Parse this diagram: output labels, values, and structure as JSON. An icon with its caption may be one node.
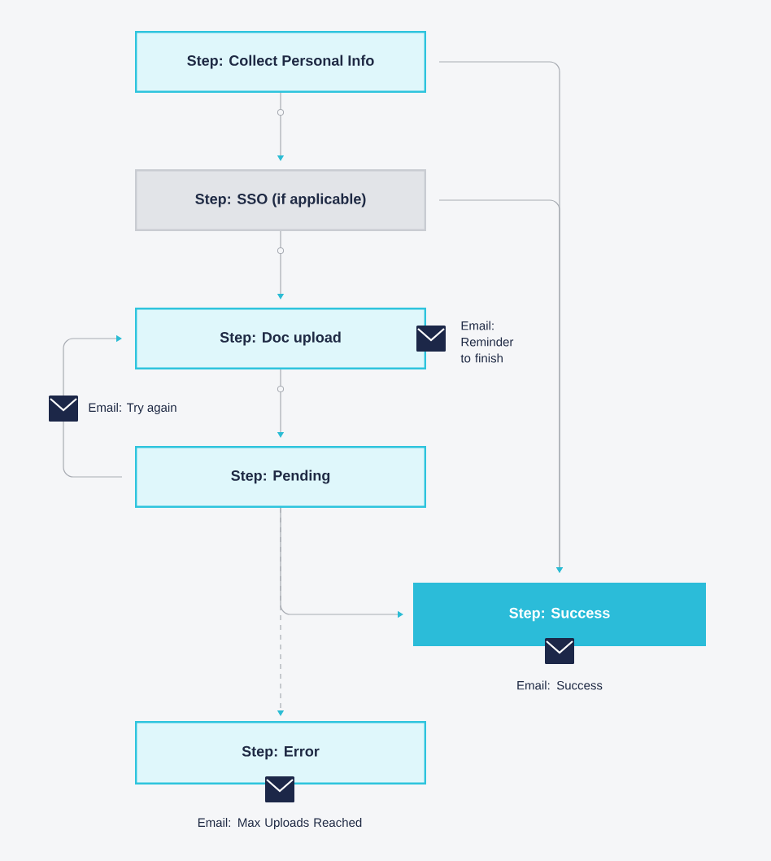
{
  "diagram": {
    "nodes": [
      {
        "text": [
          "Step: Collect Personal Info"
        ]
      },
      {
        "text": [
          "Step: SSO (if applicable)"
        ]
      },
      {
        "text": [
          "Step: Doc upload"
        ],
        "beside": [
          "Email: Reminder to finish"
        ]
      },
      {
        "text": [
          "Step: Pending"
        ]
      },
      {
        "text": [
          "Step: Success"
        ],
        "beside": [
          "Email: Success"
        ]
      },
      {
        "text": [
          "Step: Error"
        ],
        "beside": [
          "Email: Max Uploads Reached"
        ]
      }
    ],
    "edges": [
      {
        "from": 0,
        "to": 1,
        "arrow": "to"
      },
      {
        "from": 1,
        "to": 2,
        "arrow": "to"
      },
      {
        "from": 2,
        "to": 3,
        "arrow": "to"
      },
      {
        "from": 3,
        "to": 2,
        "arrow": "to",
        "label": "Email: Try again"
      },
      {
        "from": 3,
        "to": 4,
        "arrow": "to"
      },
      {
        "from": 3,
        "to": 5,
        "arrow": "to",
        "style": "dashed"
      },
      {
        "from": 0,
        "to": 4,
        "arrow": "to"
      },
      {
        "from": 1,
        "to": 4,
        "arrow": "to"
      }
    ]
  }
}
